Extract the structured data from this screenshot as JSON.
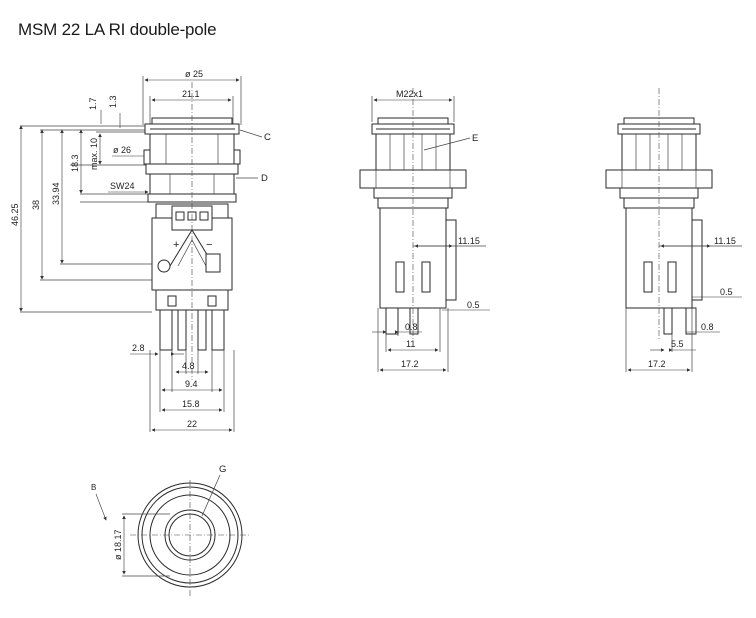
{
  "title": "MSM 22 LA RI double-pole",
  "front_view": {
    "dim_dia25": "ø 25",
    "dim_21_1": "21.1",
    "dim_1_7": "1.7",
    "dim_1_3": "1.3",
    "dim_max10": "max. 10",
    "dim_18_3": "18.3",
    "dim_33_94": "33.94",
    "dim_38": "38",
    "dim_46_25": "46.25",
    "dim_dia26": "ø 26",
    "dim_sw24": "SW24",
    "label_c": "C",
    "label_d": "D",
    "dim_2_8": "2.8",
    "dim_4_8": "4.8",
    "dim_9_4": "9.4",
    "dim_15_8": "15.8",
    "dim_22": "22",
    "mark_plus": "+",
    "mark_minus": "−"
  },
  "side_view": {
    "dim_m22": "M22x1",
    "label_e": "E",
    "dim_11_15": "11.15",
    "dim_0_5": "0.5",
    "dim_0_8": "0.8",
    "dim_11": "11",
    "dim_17_2": "17.2"
  },
  "right_view": {
    "dim_11_15": "11.15",
    "dim_0_5": "0.5",
    "dim_0_8": "0.8",
    "dim_5_5": "5.5",
    "dim_17_2": "17.2"
  },
  "top_view": {
    "label_g": "G",
    "label_b": "B",
    "dim_dia18_17": "ø 18.17"
  }
}
